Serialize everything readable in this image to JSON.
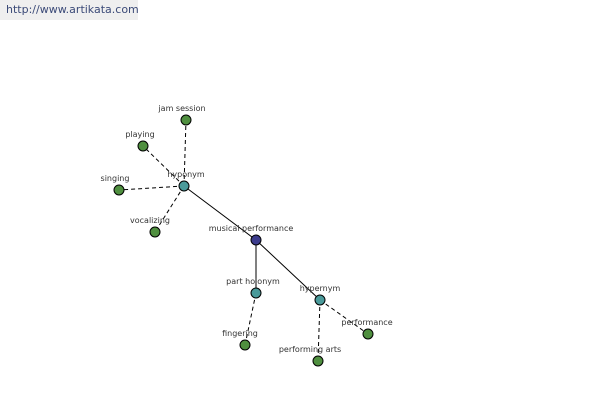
{
  "banner": {
    "url": "http://www.artikata.com"
  },
  "colors": {
    "center": "#3c3c8c",
    "relation": "#4a9a9a",
    "leaf": "#4f8f3f"
  },
  "graph": {
    "nodes": [
      {
        "id": "musical_performance",
        "label": "musical performance",
        "kind": "center"
      },
      {
        "id": "hyponym",
        "label": "hyponym",
        "kind": "relation"
      },
      {
        "id": "part_holonym",
        "label": "part holonym",
        "kind": "relation"
      },
      {
        "id": "hypernym",
        "label": "hypernym",
        "kind": "relation"
      },
      {
        "id": "jam_session",
        "label": "jam session",
        "kind": "leaf"
      },
      {
        "id": "playing",
        "label": "playing",
        "kind": "leaf"
      },
      {
        "id": "singing",
        "label": "singing",
        "kind": "leaf"
      },
      {
        "id": "vocalizing",
        "label": "vocalizing",
        "kind": "leaf"
      },
      {
        "id": "fingering",
        "label": "fingering",
        "kind": "leaf"
      },
      {
        "id": "performing_arts",
        "label": "performing arts",
        "kind": "leaf"
      },
      {
        "id": "performance",
        "label": "performance",
        "kind": "leaf"
      }
    ],
    "edges": [
      {
        "from": "musical_performance",
        "to": "hyponym",
        "style": "solid"
      },
      {
        "from": "musical_performance",
        "to": "part_holonym",
        "style": "solid"
      },
      {
        "from": "musical_performance",
        "to": "hypernym",
        "style": "solid"
      },
      {
        "from": "hyponym",
        "to": "jam_session",
        "style": "dashed"
      },
      {
        "from": "hyponym",
        "to": "playing",
        "style": "dashed"
      },
      {
        "from": "hyponym",
        "to": "singing",
        "style": "dashed"
      },
      {
        "from": "hyponym",
        "to": "vocalizing",
        "style": "dashed"
      },
      {
        "from": "part_holonym",
        "to": "fingering",
        "style": "dashed"
      },
      {
        "from": "hypernym",
        "to": "performing_arts",
        "style": "dashed"
      },
      {
        "from": "hypernym",
        "to": "performance",
        "style": "dashed"
      }
    ]
  }
}
